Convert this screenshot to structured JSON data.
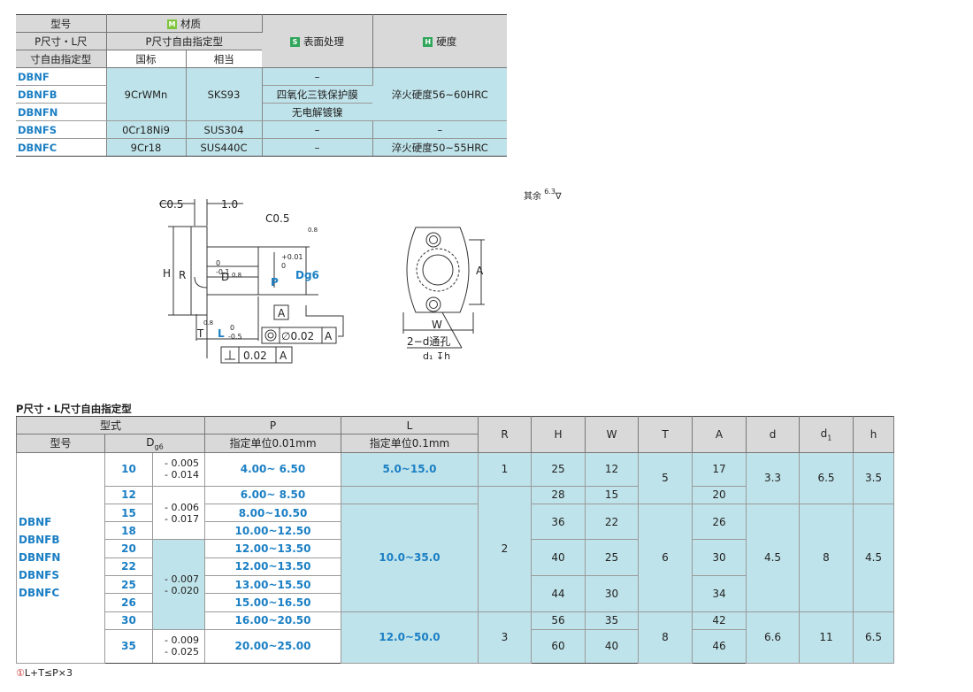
{
  "material_table": {
    "header": {
      "model": "型号",
      "model_sub1": "P尺寸・L尺",
      "model_sub2": "寸自由指定型",
      "material": "材质",
      "material_badge": "M",
      "material_sub": "P尺寸自由指定型",
      "guobiao": "国标",
      "xiangdang": "相当",
      "surface": "表面处理",
      "surface_badge": "S",
      "hardness": "硬度",
      "hardness_badge": "H"
    },
    "rows": [
      {
        "code": "DBNF"
      },
      {
        "code": "DBNFB"
      },
      {
        "code": "DBNFN"
      },
      {
        "code": "DBNFS"
      },
      {
        "code": "DBNFC"
      }
    ],
    "mat_group": {
      "gb": "9CrWMn",
      "xd": "SKS93",
      "surface_1": "–",
      "surface_2": "四氧化三铁保护膜",
      "surface_3": "无电解镀镍",
      "hardness": "淬火硬度56~60HRC"
    },
    "dbnfs": {
      "gb": "0Cr18Ni9",
      "xd": "SUS304",
      "surface": "–",
      "hardness": "–"
    },
    "dbnfc": {
      "gb": "9Cr18",
      "xd": "SUS440C",
      "surface": "–",
      "hardness": "淬火硬度50~55HRC"
    }
  },
  "drawing": {
    "c05_left": "C0.5",
    "dim_10": "1.0",
    "c05_right": "C0.5",
    "H": "H",
    "R": "R",
    "D": "D",
    "D_tol": "0",
    "D_tol2": "-0.1",
    "P": "P",
    "P_tol": "+0.01",
    "P_tol2": "0",
    "Dg6": "Dg6",
    "datum_A": "A",
    "T": "T",
    "L": "L",
    "L_tol1": "0",
    "L_tol2": "-0.5",
    "conc": "∅0.02",
    "conc_ref": "A",
    "perp": "0.02",
    "perp_ref": "A",
    "A_side": "A",
    "W": "W",
    "hole": "2−d通孔",
    "cbore": "d₁ ↧h",
    "rough08a": "0.8",
    "rough08b": "0.8",
    "rough08c": "0.8",
    "rough_other": "其余",
    "rough_val": "6.3"
  },
  "spec_title": "P尺寸・L尺寸自由指定型",
  "spec_table": {
    "headers": {
      "type": "型式",
      "model": "型号",
      "dg6": "D",
      "dg6_sub": "g6",
      "P": "P",
      "P_sub": "指定单位0.01mm",
      "L": "L",
      "L_sub": "指定单位0.1mm",
      "R": "R",
      "H": "H",
      "W": "W",
      "T": "T",
      "A": "A",
      "d": "d",
      "d1": "d",
      "d1_sub": "1",
      "h": "h"
    },
    "models": [
      "DBNF",
      "DBNFB",
      "DBNFN",
      "DBNFS",
      "DBNFC"
    ],
    "D": [
      "10",
      "12",
      "15",
      "18",
      "20",
      "22",
      "25",
      "26",
      "30",
      "35"
    ],
    "tol": {
      "t1": "- 0.005",
      "t1b": "- 0.014",
      "t2": "- 0.006",
      "t2b": "- 0.017",
      "t3": "- 0.007",
      "t3b": "- 0.020",
      "t4": "- 0.009",
      "t4b": "- 0.025"
    },
    "P": [
      "4.00~ ⁠6.50",
      "6.00~ ⁠8.50",
      "8.00~10.50",
      "10.00~12.50",
      "12.00~13.50",
      "12.00~13.50",
      "13.00~15.50",
      "15.00~16.50",
      "16.00~20.50",
      "20.00~25.00"
    ],
    "L": [
      "5.0~15.0",
      "10.0~35.0",
      "12.0~50.0"
    ],
    "R": [
      "1",
      "2",
      "3"
    ],
    "H": [
      "25",
      "28",
      "36",
      "40",
      "44",
      "56",
      "60"
    ],
    "W": [
      "12",
      "15",
      "22",
      "25",
      "30",
      "35",
      "40"
    ],
    "T": [
      "5",
      "6",
      "8"
    ],
    "A": [
      "17",
      "20",
      "26",
      "30",
      "34",
      "42",
      "46"
    ],
    "d": [
      "3.3",
      "4.5",
      "6.6"
    ],
    "d1": [
      "6.5",
      "8",
      "11"
    ],
    "h": [
      "3.5",
      "4.5",
      "6.5"
    ]
  },
  "footnote": {
    "icon": "①",
    "text": "L+T≤P×3"
  }
}
